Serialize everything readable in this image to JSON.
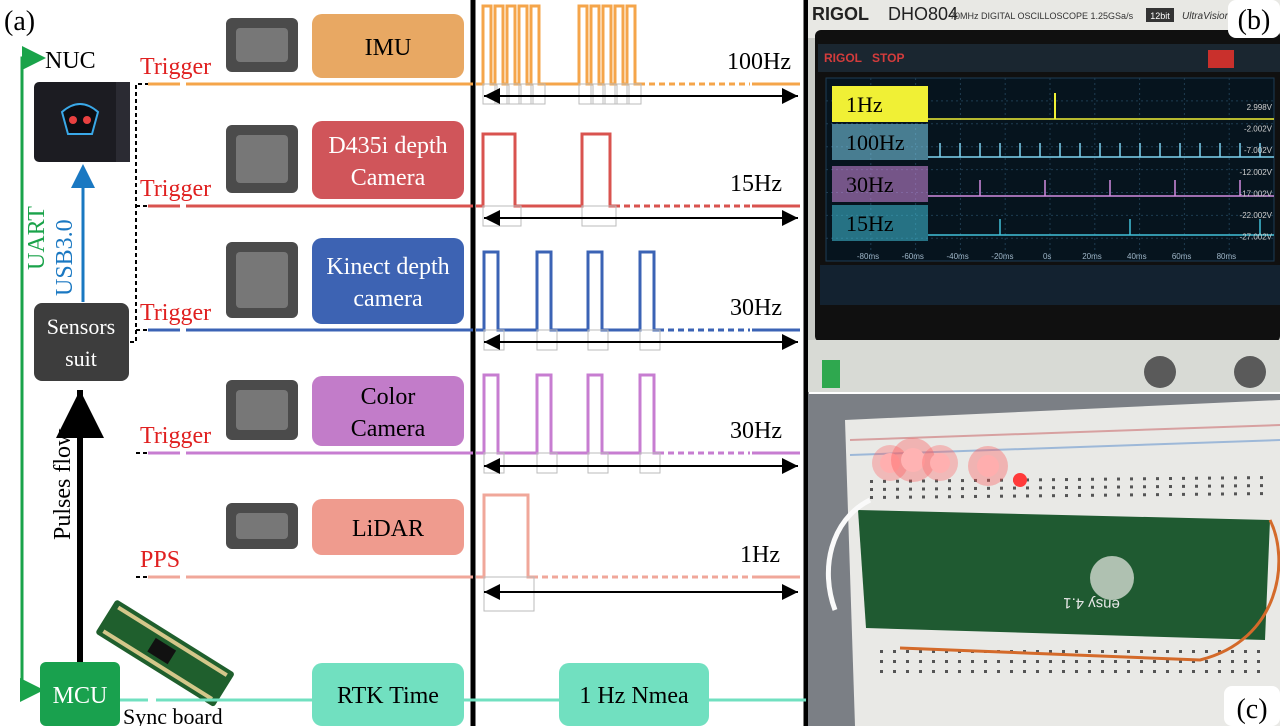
{
  "panels": {
    "a": "(a)",
    "b": "(b)",
    "c": "(c)"
  },
  "system": {
    "nuc": "NUC",
    "uart": "UART",
    "usb": "USB3.0",
    "sensors_suit": [
      "Sensors",
      "suit"
    ],
    "pulses_flow": "Pulses flow",
    "mcu": "MCU",
    "sync_board": "Sync board"
  },
  "sensors": [
    {
      "trigger": "Trigger",
      "name": [
        "IMU"
      ],
      "freq": "100Hz",
      "color": "#f5a54a",
      "box_color": "#e8a863"
    },
    {
      "trigger": "Trigger",
      "name": [
        "D435i depth",
        "Camera"
      ],
      "freq": "15Hz",
      "color": "#d9534f",
      "box_color": "#d0555a"
    },
    {
      "trigger": "Trigger",
      "name": [
        "Kinect depth",
        "camera"
      ],
      "freq": "30Hz",
      "color": "#3b63b5",
      "box_color": "#3d63b3"
    },
    {
      "trigger": "Trigger",
      "name": [
        "Color",
        "Camera"
      ],
      "freq": "30Hz",
      "color": "#c77dd1",
      "box_color": "#c27cc9"
    },
    {
      "trigger": "PPS",
      "name": [
        "LiDAR"
      ],
      "freq": "1Hz",
      "color": "#f0a79a",
      "box_color": "#ef9b8e"
    }
  ],
  "time_bar": {
    "rtk": "RTK Time",
    "nmea": "1 Hz Nmea",
    "color": "#71e0c0"
  },
  "scope": {
    "brand": "RIGOL",
    "model": "DHO804",
    "spec": "70MHz  DIGITAL OSCILLOSCOPE  1.25GSa/s",
    "bits": "12bit",
    "ultra": "UltraVision",
    "stop": "STOP",
    "channels": [
      {
        "label": "1Hz",
        "color": "#f0f035"
      },
      {
        "label": "100Hz",
        "color": "#7fd3f0"
      },
      {
        "label": "30Hz",
        "color": "#d18be0"
      },
      {
        "label": "15Hz",
        "color": "#41c0d8"
      }
    ],
    "volts": [
      "2.998V",
      "-2.002V",
      "-7.002V",
      "-12.002V",
      "-17.002V",
      "-22.002V",
      "-27.002V"
    ],
    "time_ticks": [
      "-80ms",
      "-60ms",
      "-40ms",
      "-20ms",
      "0s",
      "20ms",
      "40ms",
      "60ms",
      "80ms"
    ]
  },
  "board": {
    "label": "ensy 4.1"
  }
}
